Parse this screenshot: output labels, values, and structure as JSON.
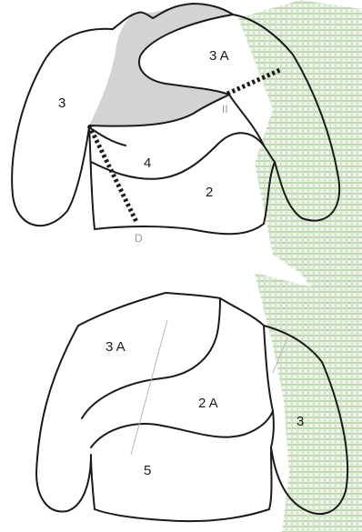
{
  "figure_top": {
    "labels": {
      "left_region": "3",
      "top_right_region": "3 A",
      "middle_region": "4",
      "lower_region": "2",
      "marker_right": "II",
      "marker_bottom": "D"
    }
  },
  "figure_bottom": {
    "labels": {
      "top_left_region": "3 A",
      "center_region": "2 A",
      "right_region": "3",
      "bottom_region": "5"
    }
  },
  "colors": {
    "line": "#1a1a1a",
    "shaded_region": "#d3d3d3",
    "texture": "#8ab87a"
  }
}
